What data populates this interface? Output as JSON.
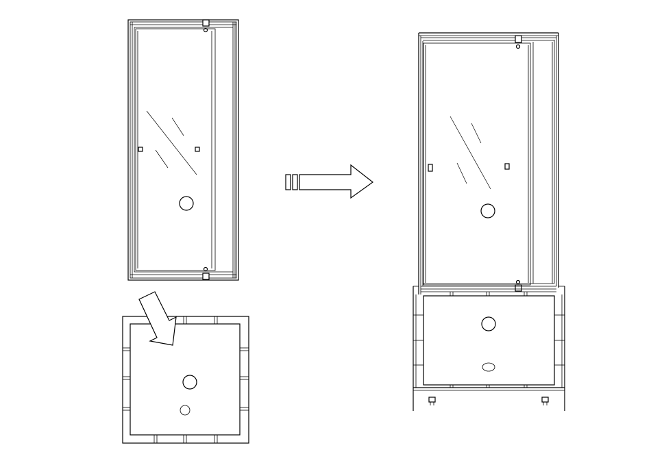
{
  "diagram": {
    "views": [
      "door-panel-front",
      "shower-tray-top",
      "assembled-enclosure"
    ],
    "arrows": [
      "arrow-to-assembly",
      "arrow-to-tray"
    ],
    "colors": {
      "line": "#000000",
      "background": "#ffffff"
    }
  }
}
